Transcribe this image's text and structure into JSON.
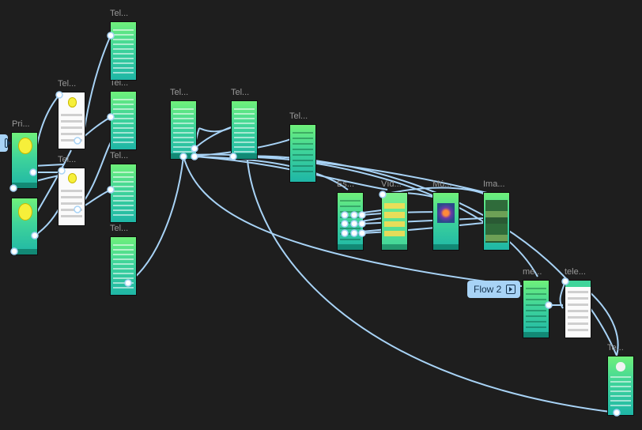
{
  "canvas": {
    "background": "#1e1e1e",
    "connector_color": "#a8d3f6"
  },
  "frames": [
    {
      "id": "f1",
      "label": "Tel...",
      "style": "green"
    },
    {
      "id": "f2",
      "label": "Tel...",
      "style": "green"
    },
    {
      "id": "f3",
      "label": "Tel...",
      "style": "green"
    },
    {
      "id": "f4",
      "label": "Tel...",
      "style": "green"
    },
    {
      "id": "f5",
      "label": "Tel...",
      "style": "white"
    },
    {
      "id": "f6",
      "label": "Tel...",
      "style": "white"
    },
    {
      "id": "f7",
      "label": "Pri...",
      "style": "sun"
    },
    {
      "id": "f8",
      "label": "",
      "style": "sun"
    },
    {
      "id": "f9",
      "label": "Tel...",
      "style": "green"
    },
    {
      "id": "f10",
      "label": "Tel...",
      "style": "green"
    },
    {
      "id": "f11",
      "label": "Tel...",
      "style": "green"
    },
    {
      "id": "f12",
      "label": "Es...",
      "style": "green"
    },
    {
      "id": "f13",
      "label": "Víd...",
      "style": "yellow"
    },
    {
      "id": "f14",
      "label": "Mú...",
      "style": "green"
    },
    {
      "id": "f15",
      "label": "Ima...",
      "style": "photo"
    },
    {
      "id": "f16",
      "label": "me...",
      "style": "green"
    },
    {
      "id": "f17",
      "label": "tele...",
      "style": "white"
    },
    {
      "id": "f18",
      "label": "Te...",
      "style": "green"
    }
  ],
  "flow_tags": [
    {
      "id": "flow2",
      "label": "Flow 2",
      "icon": "play-icon"
    }
  ]
}
